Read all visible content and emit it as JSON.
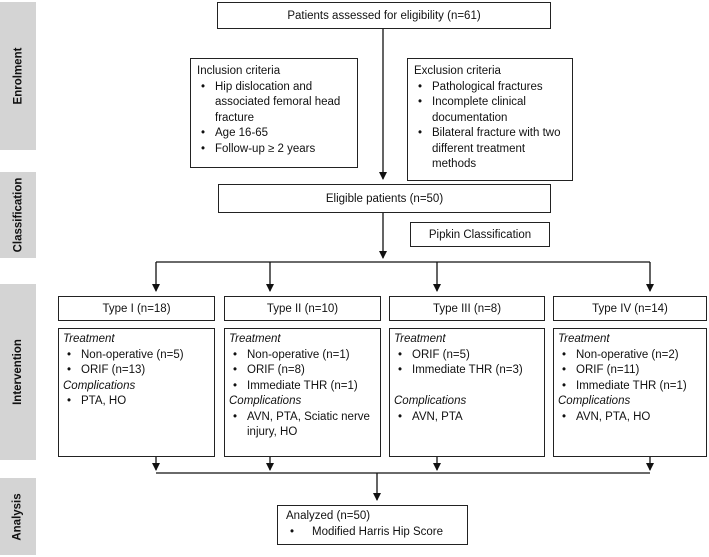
{
  "stages": [
    "Enrolment",
    "Classification",
    "Intervention",
    "Analysis"
  ],
  "assessed": "Patients assessed for eligibility (n=61)",
  "inclusion": {
    "title": "Inclusion criteria",
    "items": [
      "Hip dislocation and associated femoral head fracture",
      "Age 16-65",
      "Follow-up ≥ 2 years"
    ]
  },
  "exclusion": {
    "title": "Exclusion criteria",
    "items": [
      "Pathological fractures",
      "Incomplete clinical documentation",
      "Bilateral  fracture with two different treatment methods"
    ]
  },
  "eligible": "Eligible patients (n=50)",
  "pipkin": "Pipkin Classification",
  "types": [
    {
      "label": "Type I (n=18)",
      "treatment_title": "Treatment",
      "treatments": [
        "Non-operative (n=5)",
        "ORIF (n=13)"
      ],
      "complications_title": "Complications",
      "complications": [
        "PTA, HO"
      ]
    },
    {
      "label": "Type II (n=10)",
      "treatment_title": "Treatment",
      "treatments": [
        "Non-operative (n=1)",
        "ORIF (n=8)",
        "Immediate THR (n=1)"
      ],
      "complications_title": "Complications",
      "complications": [
        "AVN, PTA, Sciatic nerve injury, HO"
      ]
    },
    {
      "label": "Type III (n=8)",
      "treatment_title": "Treatment",
      "treatments": [
        "ORIF (n=5)",
        "Immediate THR (n=3)"
      ],
      "complications_title": "Complications",
      "complications": [
        "AVN, PTA"
      ]
    },
    {
      "label": "Type IV (n=14)",
      "treatment_title": "Treatment",
      "treatments": [
        "Non-operative (n=2)",
        "ORIF (n=11)",
        "Immediate THR (n=1)"
      ],
      "complications_title": "Complications",
      "complications": [
        "AVN, PTA, HO"
      ]
    }
  ],
  "analyzed": {
    "title": "Analyzed (n=50)",
    "items": [
      "Modified Harris Hip Score"
    ]
  }
}
